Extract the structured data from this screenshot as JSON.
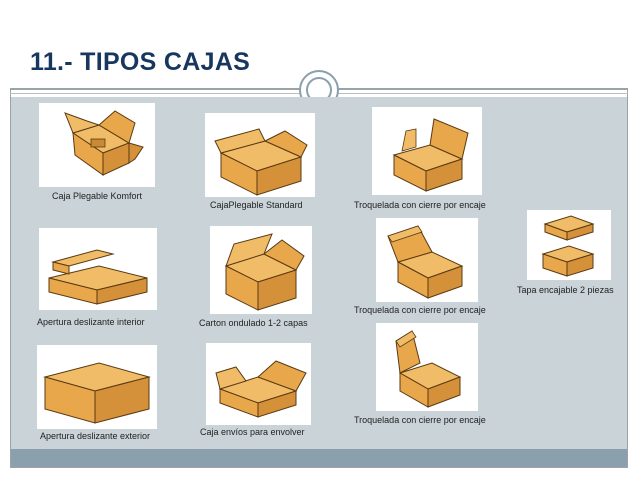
{
  "slide": {
    "title": "11.- TIPOS CAJAS"
  },
  "items": [
    {
      "caption": "Caja Plegable Komfort",
      "icon": "komfort-box-icon"
    },
    {
      "caption": "CajaPlegable Standard",
      "icon": "standard-box-icon"
    },
    {
      "caption": "Troquelada con cierre por encaje",
      "icon": "die-cut-box-icon"
    },
    {
      "caption": "Apertura deslizante interior",
      "icon": "sliding-inner-box-icon"
    },
    {
      "caption": "Carton ondulado 1-2 capas",
      "icon": "corrugated-box-icon"
    },
    {
      "caption": "Troquelada con cierre por encaje",
      "icon": "die-cut-box-icon"
    },
    {
      "caption": "Tapa encajable 2 piezas",
      "icon": "two-piece-lid-box-icon"
    },
    {
      "caption": "Apertura deslizante exterior",
      "icon": "sliding-outer-box-icon"
    },
    {
      "caption": "Caja envíos para envolver",
      "icon": "wrap-mailer-box-icon"
    },
    {
      "caption": "Troquelada con cierre por encaje",
      "icon": "die-cut-box-icon"
    }
  ],
  "colors": {
    "title": "#17375e",
    "content_background": "#c9d3d8",
    "bottom_bar": "#8aa0ac",
    "box_fill": "#e8a74a",
    "box_outline": "#5a3a12"
  }
}
